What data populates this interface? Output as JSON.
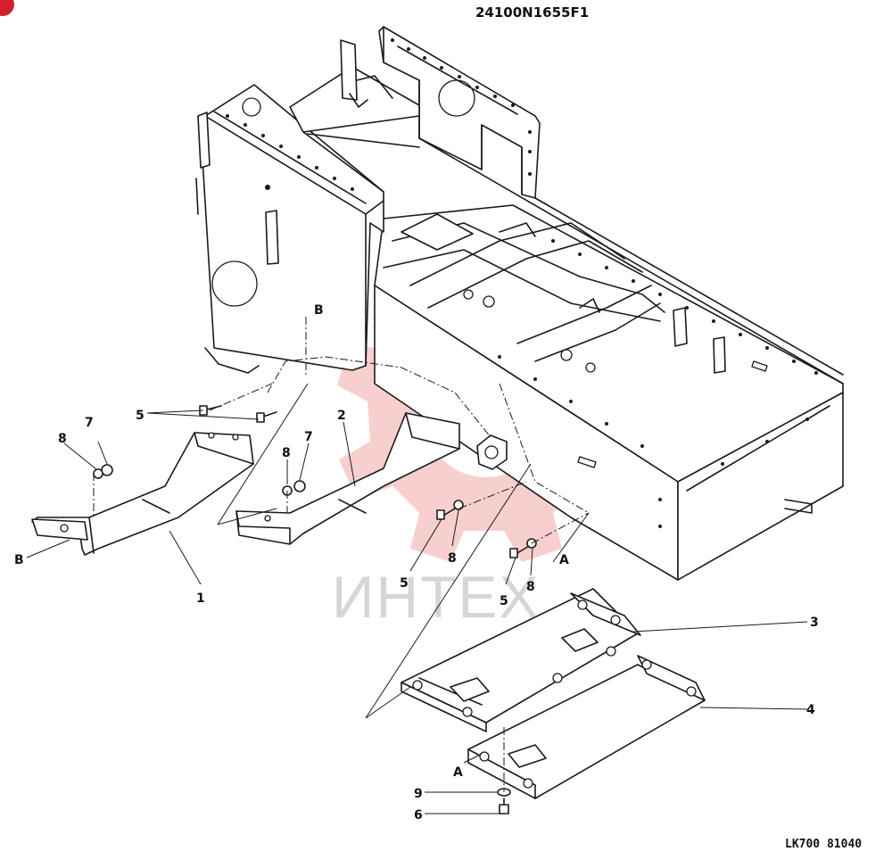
{
  "drawing": {
    "part_number": "24100N1655F1",
    "sheet_code": "LK700 81040"
  },
  "watermark": {
    "text": "ИНТЕХ",
    "icon": "gear-logo-icon",
    "color": "#f7c7c7"
  },
  "callouts": {
    "item1": "1",
    "item2": "2",
    "item3": "3",
    "item4": "4",
    "item5a": "5",
    "item5b": "5",
    "item5c": "5",
    "item6": "6",
    "item7a": "7",
    "item7b": "7",
    "item8a": "8",
    "item8b": "8",
    "item8c": "8",
    "item8d": "8",
    "item9": "9",
    "refA1": "A",
    "refA2": "A",
    "refB1": "B",
    "refB2": "B"
  },
  "colors": {
    "line": "#1a1a1a",
    "corner_badge": "#d4202a"
  }
}
